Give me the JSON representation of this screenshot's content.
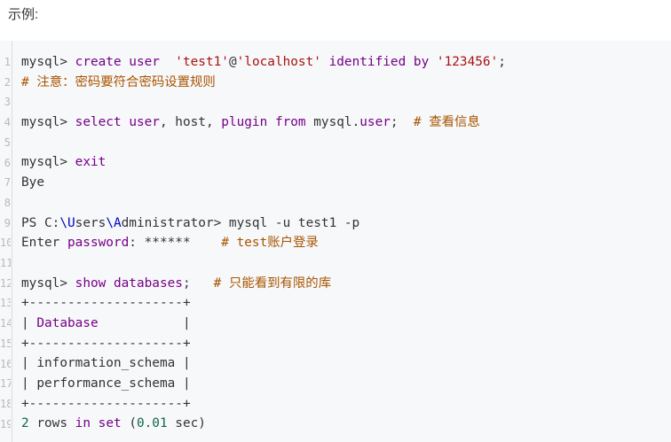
{
  "heading": "示例:",
  "colors": {
    "background": "#f6f8fa",
    "keyword": "#770088",
    "string": "#aa1111",
    "comment": "#aa5500",
    "number": "#116644"
  },
  "code": {
    "lines": [
      [
        {
          "t": "mysql> ",
          "c": ""
        },
        {
          "t": "create user",
          "c": "kw"
        },
        {
          "t": "  ",
          "c": ""
        },
        {
          "t": "'test1'",
          "c": "str"
        },
        {
          "t": "@",
          "c": ""
        },
        {
          "t": "'localhost'",
          "c": "str"
        },
        {
          "t": " ",
          "c": ""
        },
        {
          "t": "identified by",
          "c": "kw"
        },
        {
          "t": " ",
          "c": ""
        },
        {
          "t": "'123456'",
          "c": "str"
        },
        {
          "t": ";",
          "c": ""
        }
      ],
      [
        {
          "t": "# 注意：密码要符合密码设置规则",
          "c": "cm"
        }
      ],
      [],
      [
        {
          "t": "mysql> ",
          "c": ""
        },
        {
          "t": "select",
          "c": "kw"
        },
        {
          "t": " ",
          "c": ""
        },
        {
          "t": "user",
          "c": "kw"
        },
        {
          "t": ", host, ",
          "c": ""
        },
        {
          "t": "plugin",
          "c": "kw"
        },
        {
          "t": " ",
          "c": ""
        },
        {
          "t": "from",
          "c": "kw"
        },
        {
          "t": " mysql.",
          "c": ""
        },
        {
          "t": "user",
          "c": "kw"
        },
        {
          "t": ";  ",
          "c": ""
        },
        {
          "t": "# 查看信息",
          "c": "cm"
        }
      ],
      [],
      [
        {
          "t": "mysql> ",
          "c": ""
        },
        {
          "t": "exit",
          "c": "kw"
        }
      ],
      [
        {
          "t": "Bye",
          "c": ""
        }
      ],
      [],
      [
        {
          "t": "PS C:",
          "c": ""
        },
        {
          "t": "\\U",
          "c": "path"
        },
        {
          "t": "sers",
          "c": ""
        },
        {
          "t": "\\A",
          "c": "path"
        },
        {
          "t": "dministrator> mysql -u test1 -p",
          "c": ""
        }
      ],
      [
        {
          "t": "Enter ",
          "c": ""
        },
        {
          "t": "password",
          "c": "kw"
        },
        {
          "t": ": ******    ",
          "c": ""
        },
        {
          "t": "# test账户登录",
          "c": "cm"
        }
      ],
      [],
      [
        {
          "t": "mysql> ",
          "c": ""
        },
        {
          "t": "show",
          "c": "kw"
        },
        {
          "t": " ",
          "c": ""
        },
        {
          "t": "databases",
          "c": "kw"
        },
        {
          "t": ";   ",
          "c": ""
        },
        {
          "t": "# 只能看到有限的库",
          "c": "cm"
        }
      ],
      [
        {
          "t": "+--------------------+",
          "c": ""
        }
      ],
      [
        {
          "t": "| ",
          "c": ""
        },
        {
          "t": "Database",
          "c": "kw"
        },
        {
          "t": "           |",
          "c": ""
        }
      ],
      [
        {
          "t": "+--------------------+",
          "c": ""
        }
      ],
      [
        {
          "t": "| information_schema |",
          "c": ""
        }
      ],
      [
        {
          "t": "| performance_schema |",
          "c": ""
        }
      ],
      [
        {
          "t": "+--------------------+",
          "c": ""
        }
      ],
      [
        {
          "t": "2",
          "c": "num"
        },
        {
          "t": " rows ",
          "c": ""
        },
        {
          "t": "in",
          "c": "kw"
        },
        {
          "t": " ",
          "c": ""
        },
        {
          "t": "set",
          "c": "kw"
        },
        {
          "t": " (",
          "c": ""
        },
        {
          "t": "0.01",
          "c": "num"
        },
        {
          "t": " sec)",
          "c": ""
        }
      ]
    ],
    "gutter_numbers": [
      "1",
      "2",
      "3",
      "4",
      "5",
      "6",
      "7",
      "8",
      "9",
      "10",
      "11",
      "12",
      "13",
      "14",
      "15",
      "16",
      "17",
      "18",
      "19"
    ]
  }
}
